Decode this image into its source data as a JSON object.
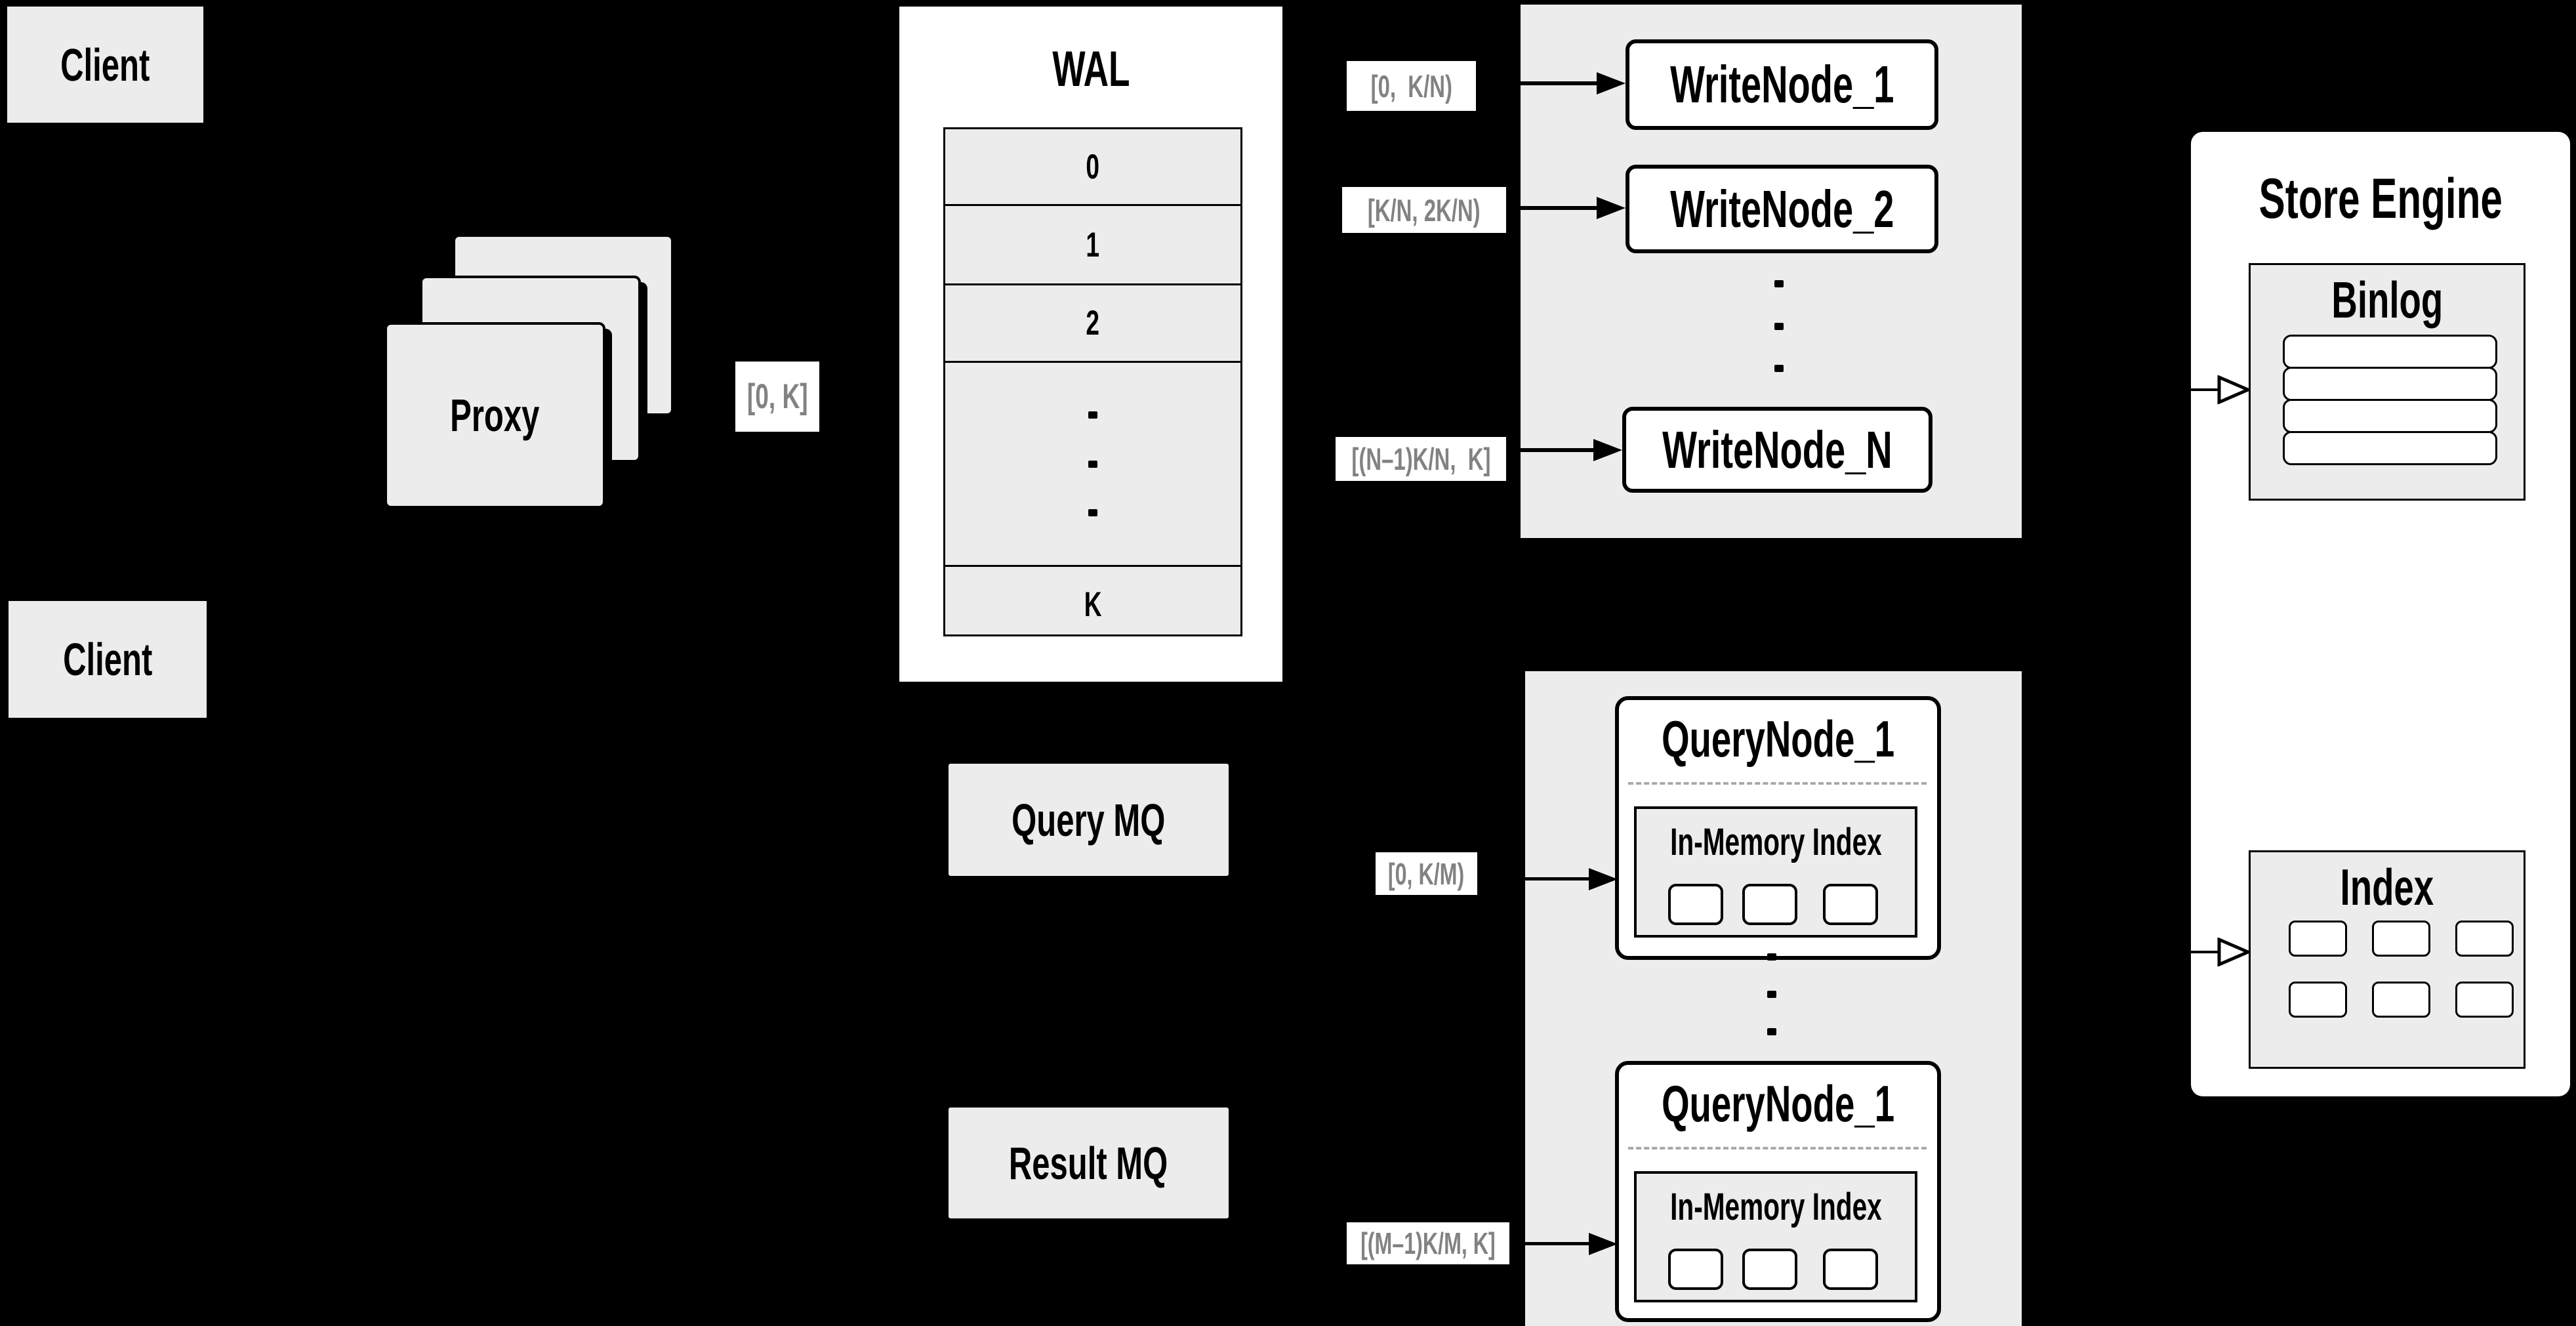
{
  "clients": {
    "client1": "Client",
    "client2": "Client"
  },
  "proxy": {
    "label": "Proxy",
    "range_label": "[0, K]"
  },
  "wal": {
    "title": "WAL",
    "cells": [
      "0",
      "1",
      "2",
      "K"
    ]
  },
  "write_cluster": {
    "ranges": [
      "[0,  K/N)",
      "[K/N, 2K/N)",
      "[(N–1)K/N,  K]"
    ],
    "nodes": [
      "WriteNode_1",
      "WriteNode_2",
      "WriteNode_N"
    ]
  },
  "mq": {
    "query": "Query MQ",
    "result": "Result MQ"
  },
  "query_cluster": {
    "ranges": [
      "[0, K/M)",
      "[(M–1)K/M, K]"
    ],
    "nodes": [
      "QueryNode_1",
      "QueryNode_1"
    ],
    "inner_title_1": "In-Memory Index",
    "inner_title_2": "In-Memory Index"
  },
  "store_engine": {
    "title": "Store Engine",
    "binlog": "Binlog",
    "index": "Index"
  },
  "colors": {
    "background": "#000000",
    "box_fill": "#ececec",
    "node_fill": "#ffffff",
    "stroke": "#000000",
    "range_text": "#828282"
  }
}
